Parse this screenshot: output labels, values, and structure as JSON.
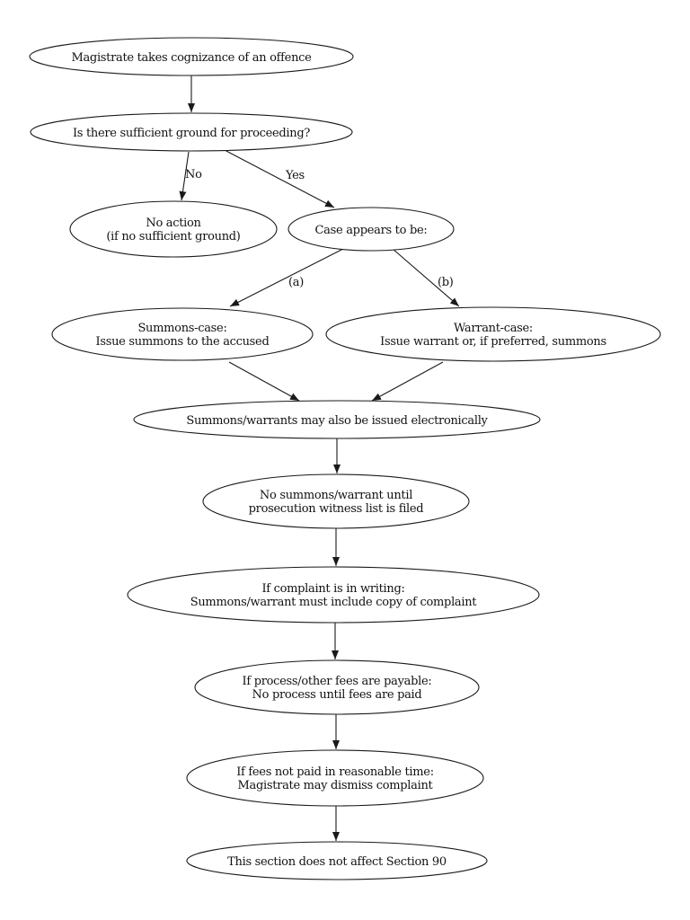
{
  "diagram": {
    "type": "flowchart",
    "background_color": "#ffffff",
    "node_fill_color": "#ffffff",
    "node_stroke_color": "#1a1a1a",
    "text_color": "#111111",
    "nodes": {
      "cognizance": {
        "line1": "Magistrate takes cognizance of an offence"
      },
      "sufficient_ground": {
        "line1": "Is there sufficient ground for proceeding?"
      },
      "no_action": {
        "line1": "No action",
        "line2": "(if no sufficient ground)"
      },
      "case_appears": {
        "line1": "Case appears to be:"
      },
      "summons_case": {
        "line1": "Summons-case:",
        "line2": "Issue summons to the accused"
      },
      "warrant_case": {
        "line1": "Warrant-case:",
        "line2": "Issue warrant or, if preferred, summons"
      },
      "electronic": {
        "line1": "Summons/warrants may also be issued electronically"
      },
      "witness_list": {
        "line1": "No summons/warrant until",
        "line2": "prosecution witness list is filed"
      },
      "complaint_writing": {
        "line1": "If complaint is in writing:",
        "line2": "Summons/warrant must include copy of complaint"
      },
      "fees_payable": {
        "line1": "If process/other fees are payable:",
        "line2": "No process until fees are paid"
      },
      "fees_not_paid": {
        "line1": "If fees not paid in reasonable time:",
        "line2": "Magistrate may dismiss complaint"
      },
      "section_90": {
        "line1": "This section does not affect Section 90"
      }
    },
    "edges": [
      {
        "from": "cognizance",
        "to": "sufficient_ground",
        "label": ""
      },
      {
        "from": "sufficient_ground",
        "to": "no_action",
        "label": "No"
      },
      {
        "from": "sufficient_ground",
        "to": "case_appears",
        "label": "Yes"
      },
      {
        "from": "case_appears",
        "to": "summons_case",
        "label": "(a)"
      },
      {
        "from": "case_appears",
        "to": "warrant_case",
        "label": "(b)"
      },
      {
        "from": "summons_case",
        "to": "electronic",
        "label": ""
      },
      {
        "from": "warrant_case",
        "to": "electronic",
        "label": ""
      },
      {
        "from": "electronic",
        "to": "witness_list",
        "label": ""
      },
      {
        "from": "witness_list",
        "to": "complaint_writing",
        "label": ""
      },
      {
        "from": "complaint_writing",
        "to": "fees_payable",
        "label": ""
      },
      {
        "from": "fees_payable",
        "to": "fees_not_paid",
        "label": ""
      },
      {
        "from": "fees_not_paid",
        "to": "section_90",
        "label": ""
      }
    ]
  }
}
